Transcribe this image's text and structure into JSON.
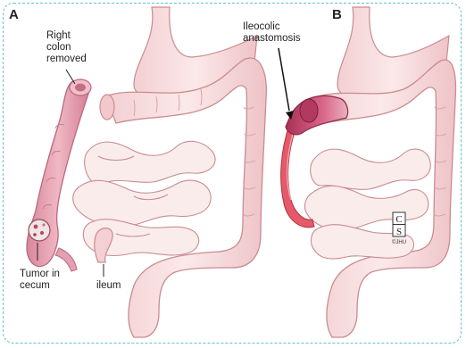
{
  "panels": {
    "a": "A",
    "b": "B"
  },
  "labels": {
    "right_colon_removed": [
      "Right",
      "colon",
      "removed"
    ],
    "tumor_in_cecum": [
      "Tumor in",
      "cecum"
    ],
    "ileum": "ileum",
    "ileocolic_anastomosis": [
      "Ileocolic",
      "anastomosis"
    ]
  },
  "logo": {
    "letters": [
      "C",
      "S"
    ],
    "text": "©JHU"
  },
  "colors": {
    "frame": "#5ec4c8",
    "tissue_fill": "#f7dcdc",
    "tissue_stroke": "#c98c90",
    "removed_colon": "#e7a3b0",
    "anastomosis": "#c2456a",
    "ileum_red": "#e0495a"
  }
}
